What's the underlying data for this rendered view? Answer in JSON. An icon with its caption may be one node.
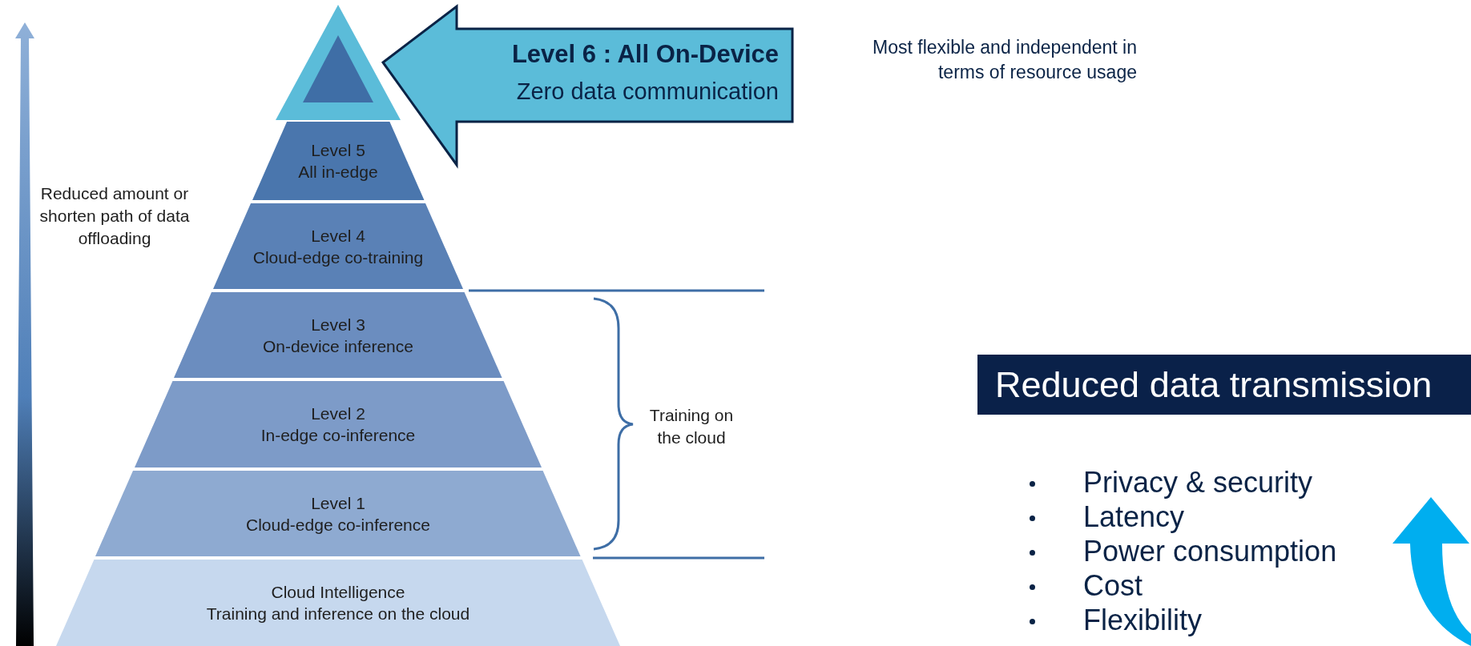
{
  "diagram": {
    "nodes": [
      {
        "text": [],
        "shape": "triangle"
      },
      {
        "text": [
          "Level 6 : All On-Device",
          "Zero data communication"
        ]
      },
      {
        "text": [
          "Level 5",
          "All in-edge"
        ]
      },
      {
        "text": [
          "Level 4",
          "Cloud-edge co-training"
        ]
      },
      {
        "text": [
          "Level 3",
          "On-device inference"
        ]
      },
      {
        "text": [
          "Level 2",
          "In-edge co-inference"
        ]
      },
      {
        "text": [
          "Level 1",
          "Cloud-edge co-inference"
        ]
      },
      {
        "text": [
          "Cloud Intelligence",
          "Training and inference on the cloud"
        ]
      },
      {
        "text": [
          "Reduced data transmission"
        ]
      }
    ],
    "edges": [],
    "labels": [
      "Most flexible and independent in terms of resource usage",
      "Reduced amount or shorten path of data offloading",
      "Training on the cloud",
      "Privacy & security",
      "Latency",
      "Power consumption",
      "Cost",
      "Flexibility"
    ]
  }
}
